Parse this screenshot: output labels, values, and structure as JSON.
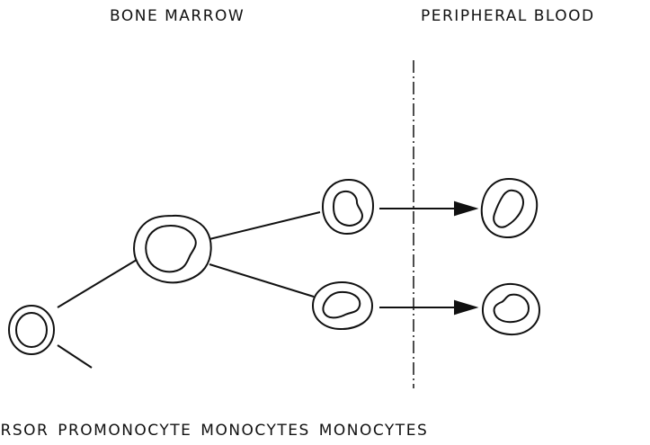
{
  "diagram": {
    "headers": {
      "left": "BONE MARROW",
      "right": "PERIPHERAL BLOOD"
    },
    "bottom_caption": "JRSOR PROMONOCYTE MONOCYTES MONOCYTES"
  }
}
